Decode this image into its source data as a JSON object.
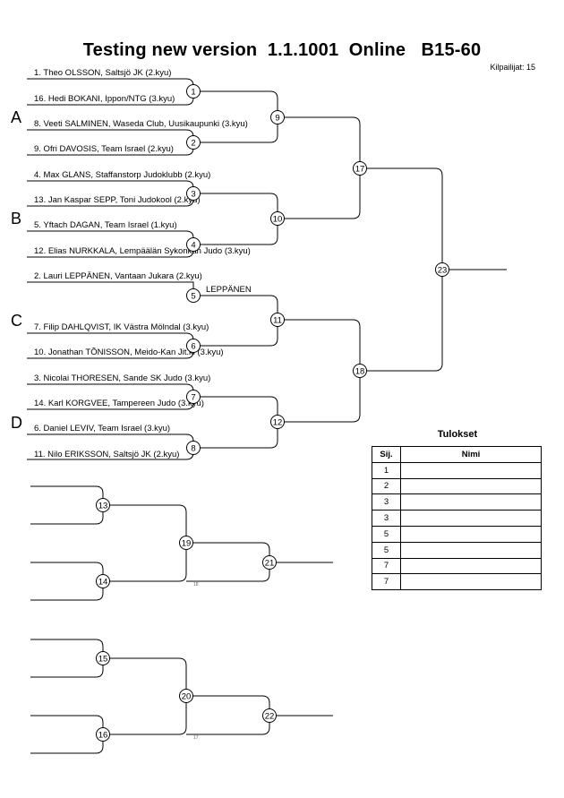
{
  "header": {
    "title": "Testing new version  1.1.1001  Online   B15-60",
    "participants": "Kilpailijat: 15"
  },
  "pools": [
    "A",
    "B",
    "C",
    "D"
  ],
  "competitors": [
    "1. Theo OLSSON, Saltsjö JK (2.kyu)",
    "16. Hedi BOKANI, Ippon/NTG (3.kyu)",
    "8. Veeti SALMINEN, Waseda Club, Uusikaupunki (3.kyu)",
    "9. Ofri DAVOSIS, Team Israel (2.kyu)",
    "4. Max GLANS, Staffanstorp Judoklubb (2.kyu)",
    "13. Jan Kaspar SEPP, Toni Judokool (2.kyu)",
    "5. Yftach DAGAN, Team Israel (1.kyu)",
    "12. Elias NURKKALA, Lempäälän Sykonkan Judo (3.kyu)",
    "2. Lauri LEPPÄNEN, Vantaan Jukara (2.kyu)",
    "7. Filip DAHLQVIST, IK Västra Mölndal (3.kyu)",
    "10. Jonathan TÕNISSON, Meido-Kan Jit.ki (3.kyu)",
    "3. Nicolai THORESEN, Sande SK Judo (3.kyu)",
    "14. Karl KORGVEE, Tampereen Judo (3.kyu)",
    "6. Daniel LEVIV, Team Israel (3.kyu)",
    "11. Nilo ERIKSSON, Saltsjö JK (2.kyu)"
  ],
  "winner_note": "LEPPÄNEN",
  "match_numbers": [
    "1",
    "2",
    "3",
    "4",
    "5",
    "6",
    "7",
    "8",
    "9",
    "10",
    "11",
    "12",
    "17",
    "18",
    "23",
    "13",
    "14",
    "19",
    "21",
    "15",
    "16",
    "20",
    "22"
  ],
  "small_notes": [
    "18",
    "17"
  ],
  "results": {
    "title": "Tulokset",
    "columns": [
      "Sij.",
      "Nimi"
    ],
    "rows": [
      {
        "rank": "1",
        "name": ""
      },
      {
        "rank": "2",
        "name": ""
      },
      {
        "rank": "3",
        "name": ""
      },
      {
        "rank": "3",
        "name": ""
      },
      {
        "rank": "5",
        "name": ""
      },
      {
        "rank": "5",
        "name": ""
      },
      {
        "rank": "7",
        "name": ""
      },
      {
        "rank": "7",
        "name": ""
      }
    ]
  }
}
